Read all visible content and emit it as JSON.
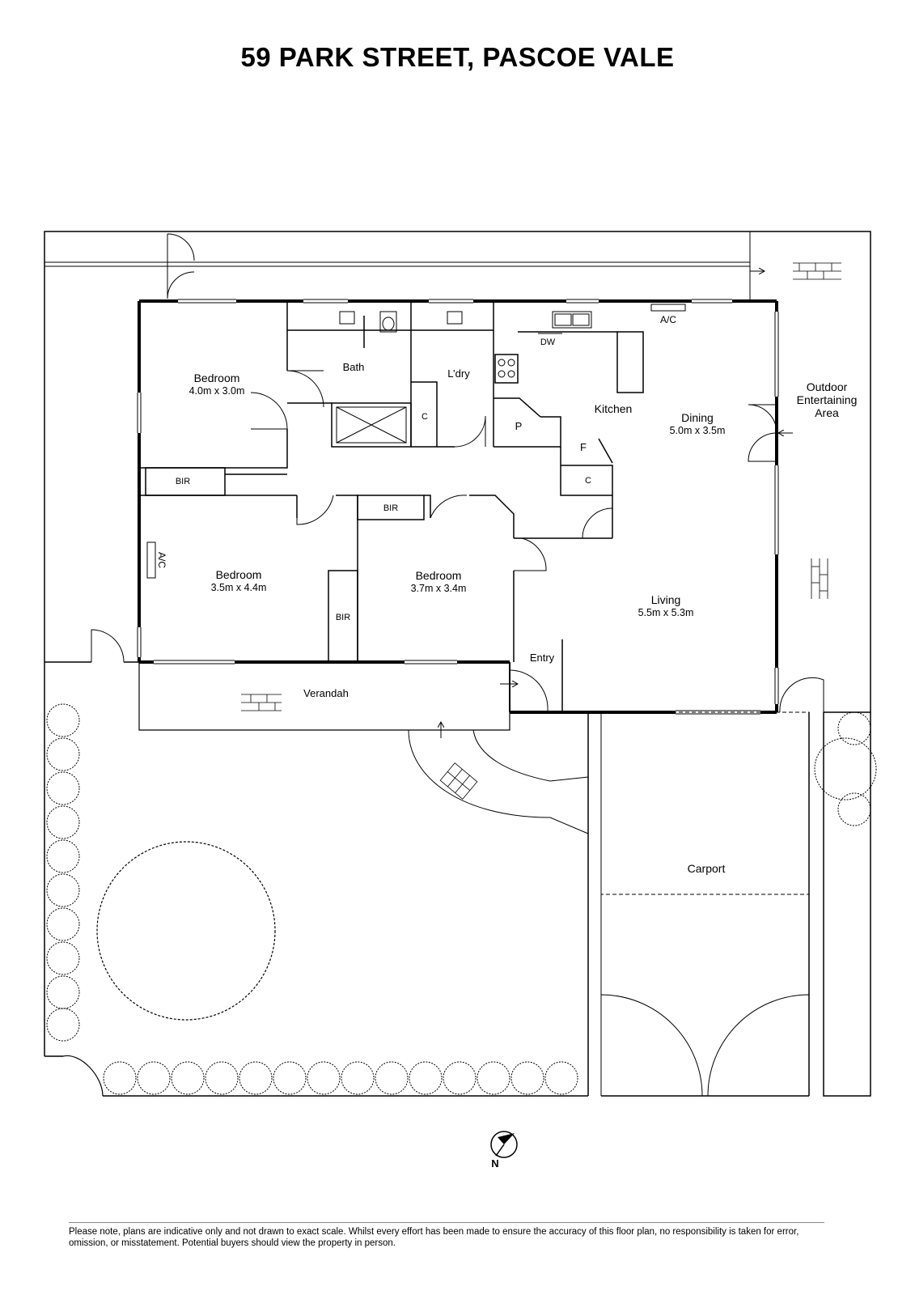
{
  "title": "59 PARK STREET, PASCOE VALE",
  "rooms": {
    "bedroom1": {
      "name": "Bedroom",
      "dims": "4.0m x 3.0m"
    },
    "bath": {
      "name": "Bath"
    },
    "laundry": {
      "name": "L’dry"
    },
    "kitchen": {
      "name": "Kitchen"
    },
    "dining": {
      "name": "Dining",
      "dims": "5.0m x 3.5m"
    },
    "outdoor": {
      "line1": "Outdoor",
      "line2": "Entertaining",
      "line3": "Area"
    },
    "bedroom2": {
      "name": "Bedroom",
      "dims": "3.5m x 4.4m"
    },
    "bedroom3": {
      "name": "Bedroom",
      "dims": "3.7m x 3.4m"
    },
    "living": {
      "name": "Living",
      "dims": "5.5m x 5.3m"
    },
    "entry": {
      "name": "Entry"
    },
    "verandah": {
      "name": "Verandah"
    },
    "carport": {
      "name": "Carport"
    }
  },
  "fixtures": {
    "bir": "BIR",
    "cupboard": "C",
    "pantry": "P",
    "fridge": "F",
    "dishwasher": "DW",
    "ac": "A/C"
  },
  "compass": {
    "north": "N"
  },
  "disclaimer": "Please note, plans are indicative only and not drawn to exact scale. Whilst every effort has been made to ensure the accuracy of this floor plan, no responsibility is taken for error, omission, or misstatement. Potential buyers should view the property in person."
}
